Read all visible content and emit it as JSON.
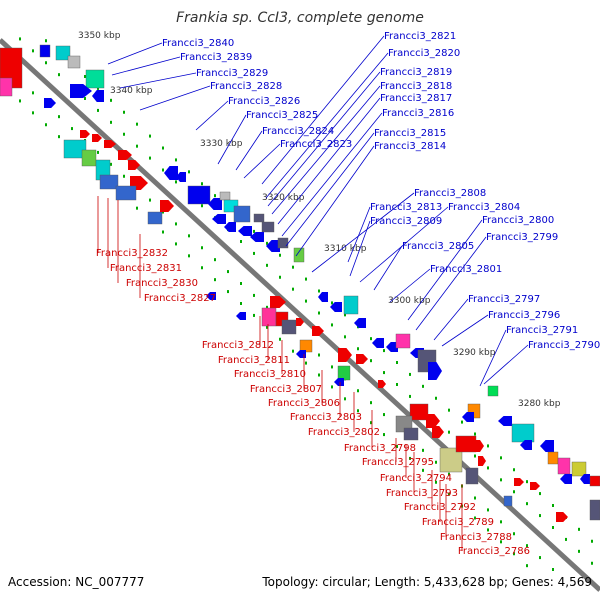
{
  "title": "Frankia sp. CcI3, complete genome",
  "footer": {
    "accession": "Accession: NC_007777",
    "summary": "Topology: circular; Length: 5,433,628 bp; Genes: 4,569"
  },
  "colors": {
    "backbone": "#777777",
    "up_label": "#0000cc",
    "down_label": "#cc0000",
    "forward_gene": "#0000ee",
    "reverse_gene": "#ee0000",
    "tick": "#00aa00"
  },
  "scale": [
    "3350 kbp",
    "3340 kbp",
    "3330 kbp",
    "3320 kbp",
    "3310 kbp",
    "3300 kbp",
    "3290 kbp",
    "3280 kbp"
  ],
  "upper_labels": [
    "Francci3_2840",
    "Francci3_2839",
    "Francci3_2829",
    "Francci3_2828",
    "Francci3_2826",
    "Francci3_2825",
    "Francci3_2824",
    "Francci3_2823",
    "Francci3_2821",
    "Francci3_2820",
    "Francci3_2819",
    "Francci3_2818",
    "Francci3_2817",
    "Francci3_2816",
    "Francci3_2815",
    "Francci3_2814",
    "Francci3_2808",
    "Francci3_2813",
    "Francci3_2804",
    "Francci3_2809",
    "Francci3_2800",
    "Francci3_2799",
    "Francci3_2805",
    "Francci3_2801",
    "Francci3_2797",
    "Francci3_2796",
    "Francci3_2791",
    "Francci3_2790"
  ],
  "lower_labels": [
    "Francci3_2832",
    "Francci3_2831",
    "Francci3_2830",
    "Francci3_2827",
    "Francci3_2812",
    "Francci3_2811",
    "Francci3_2810",
    "Francci3_2807",
    "Francci3_2806",
    "Francci3_2803",
    "Francci3_2802",
    "Francci3_2798",
    "Francci3_2795",
    "Francci3_2794",
    "Francci3_2793",
    "Francci3_2792",
    "Francci3_2789",
    "Francci3_2788",
    "Francci3_2786"
  ]
}
